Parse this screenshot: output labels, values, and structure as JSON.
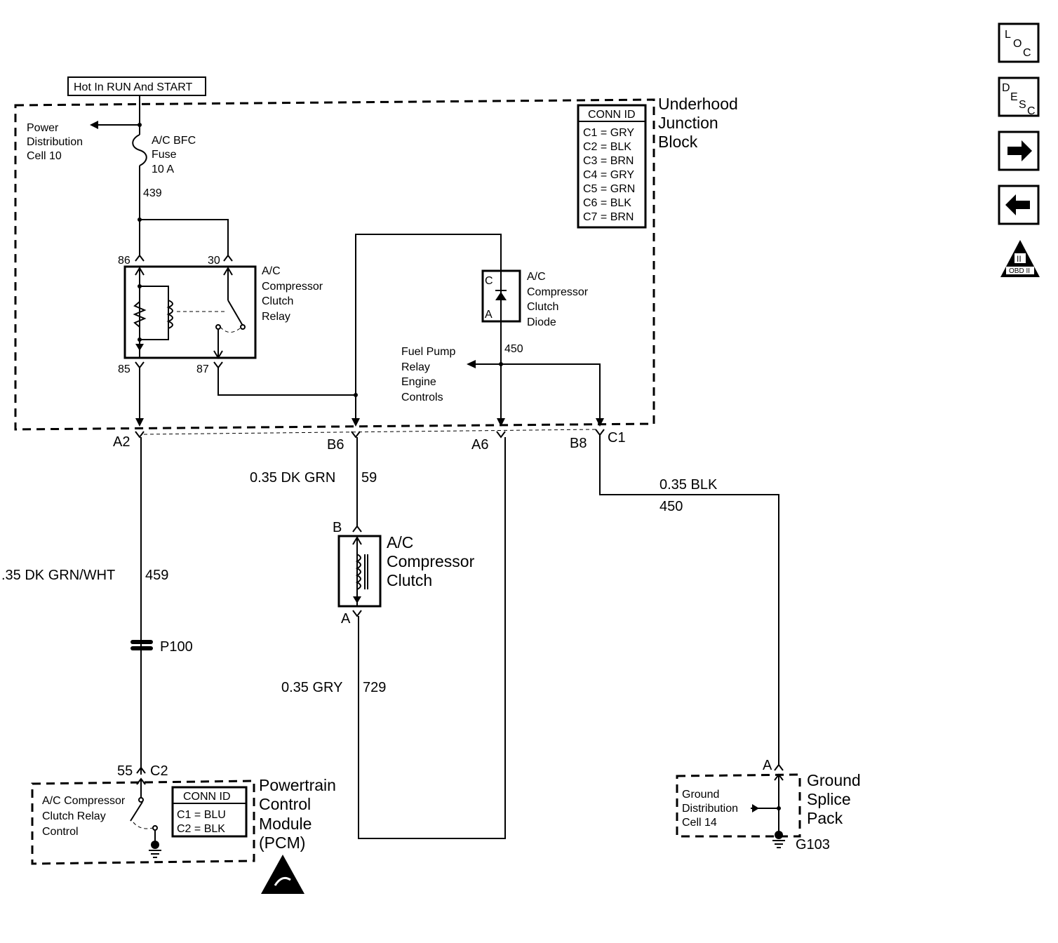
{
  "hot_label": "Hot In RUN And START",
  "power_distribution": [
    "Power",
    "Distribution",
    "Cell 10"
  ],
  "fuse": [
    "A/C BFC",
    "Fuse",
    "10 A"
  ],
  "circuit_439": "439",
  "relay_pins": {
    "p86": "86",
    "p30": "30",
    "p85": "85",
    "p87": "87"
  },
  "relay_label": [
    "A/C",
    "Compressor",
    "Clutch",
    "Relay"
  ],
  "diode_label": [
    "A/C",
    "Compressor",
    "Clutch",
    "Diode"
  ],
  "diode_pins": {
    "c": "C",
    "a": "A"
  },
  "circuit_450_top": "450",
  "fuel_pump": [
    "Fuel Pump",
    "Relay",
    "Engine",
    "Controls"
  ],
  "junction_block": [
    "Underhood",
    "Junction",
    "Block"
  ],
  "conn_id_ujb": {
    "title": "CONN ID",
    "rows": [
      "C1 = GRY",
      "C2 = BLK",
      "C3 = BRN",
      "C4 = GRY",
      "C5 = GRN",
      "C6 = BLK",
      "C7 = BRN"
    ]
  },
  "terminals": {
    "a2": "A2",
    "b6": "B6",
    "a6": "A6",
    "b8": "B8",
    "c1": "C1"
  },
  "wire_59": {
    "color": "0.35 DK GRN",
    "num": "59"
  },
  "wire_450": {
    "color": "0.35 BLK",
    "num": "450"
  },
  "wire_459": {
    "color": ".35 DK GRN/WHT",
    "num": "459"
  },
  "wire_729": {
    "color": "0.35 GRY",
    "num": "729"
  },
  "clutch_pins": {
    "b": "B",
    "a": "A"
  },
  "clutch_label": [
    "A/C",
    "Compressor",
    "Clutch"
  ],
  "p100": "P100",
  "pcm_pins": {
    "p55": "55",
    "c2": "C2"
  },
  "pcm_control": [
    "A/C Compressor",
    "Clutch Relay",
    "Control"
  ],
  "conn_id_pcm": {
    "title": "CONN ID",
    "rows": [
      "C1 = BLU",
      "C2 = BLK"
    ]
  },
  "pcm_label": [
    "Powertrain",
    "Control",
    "Module",
    "(PCM)"
  ],
  "ground_pin": "A",
  "ground_dist": [
    "Ground",
    "Distribution",
    "Cell 14"
  ],
  "splice_pack": [
    "Ground",
    "Splice",
    "Pack"
  ],
  "g103": "G103",
  "nav": {
    "loc": [
      "L",
      "O",
      "C"
    ],
    "desc": [
      "D",
      "E",
      "S",
      "C"
    ],
    "obd": "OBD II",
    "obd_top": "II"
  }
}
